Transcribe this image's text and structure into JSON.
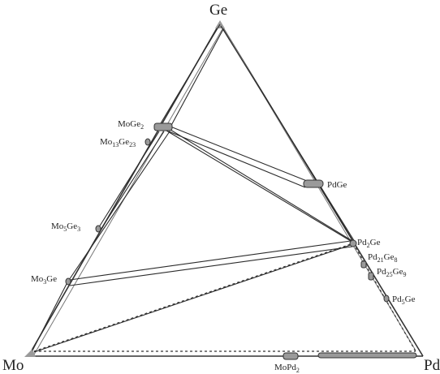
{
  "diagram": {
    "corners": {
      "top": "Ge",
      "left": "Mo",
      "right": "Pd"
    },
    "phases": {
      "moge2": {
        "base": "MoGe",
        "sub": "2"
      },
      "mo13ge23": {
        "parts": [
          [
            "Mo",
            ""
          ],
          [
            "13",
            "sub"
          ],
          [
            "Ge",
            ""
          ],
          [
            "23",
            "sub"
          ]
        ]
      },
      "pdge": {
        "base": "PdGe"
      },
      "mo5ge3": {
        "parts": [
          [
            "Mo",
            ""
          ],
          [
            "5",
            "sub"
          ],
          [
            "Ge",
            ""
          ],
          [
            "3",
            "sub"
          ]
        ]
      },
      "pd2ge": {
        "parts": [
          [
            "Pd",
            ""
          ],
          [
            "2",
            "sub"
          ],
          [
            "Ge",
            ""
          ]
        ]
      },
      "pd21ge8": {
        "parts": [
          [
            "Pd",
            ""
          ],
          [
            "21",
            "sub"
          ],
          [
            "Ge",
            ""
          ],
          [
            "8",
            "sub"
          ]
        ]
      },
      "pd25ge9": {
        "parts": [
          [
            "Pd",
            ""
          ],
          [
            "25",
            "sub"
          ],
          [
            "Ge",
            ""
          ],
          [
            "9",
            "sub"
          ]
        ]
      },
      "mo3ge": {
        "parts": [
          [
            "Mo",
            ""
          ],
          [
            "3",
            "sub"
          ],
          [
            "Ge",
            ""
          ]
        ]
      },
      "pd5ge": {
        "parts": [
          [
            "Pd",
            ""
          ],
          [
            "5",
            "sub"
          ],
          [
            "Ge",
            ""
          ]
        ]
      },
      "mopd2": {
        "parts": [
          [
            "MoPd",
            ""
          ],
          [
            "2",
            "sub"
          ]
        ]
      }
    },
    "colors": {
      "phase_fill": "#9a9a9a",
      "line": "#2b2b2b"
    }
  }
}
